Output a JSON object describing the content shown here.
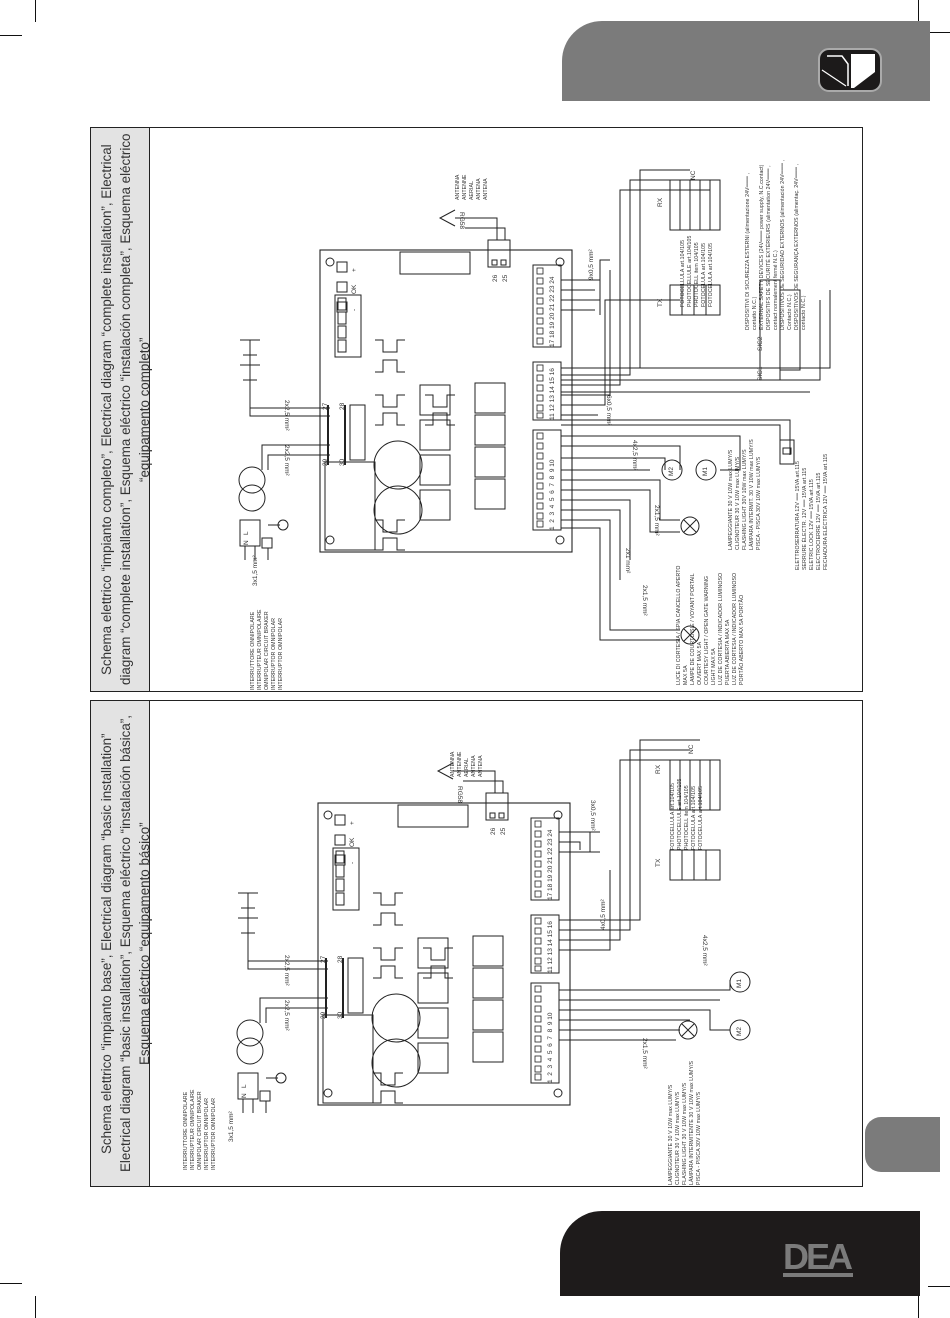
{
  "brand": {
    "logo_text": "DEA",
    "banner_color": "#7b7b7b",
    "footer_color": "#1e1b1b"
  },
  "complete": {
    "title": "Schema elettrico “impianto completo”, Electrical diagram “complete installation”, Electrical diagram “complete installation”, Esquema eléctrico “instalación completa”, Esquema eléctrico “equipamento completo”",
    "breaker_labels": "INTERRUTTORE ONNIPOLARE\nINTERRUPTEUR OMNIPOLAIRE\nOMNIPOLAR CIRCUIT BRAKER\nINTERRUPTOR OMNIPOLAR\nINTERRUPTOR OMNIPOLAR",
    "mains_cable": "3x1,5 mm²",
    "l": "L",
    "n": "N",
    "battery_cable": "2x2,5 mm²",
    "transformer_cable": "2x2,5 mm²",
    "t27": "27",
    "t28": "28",
    "t29": "29",
    "t30": "30",
    "plus": "+",
    "ok": "OK",
    "minus": "-",
    "antenna_labels": "ANTENNA\nANTENNE\nAERIAL\nANTENA\nANTENA",
    "rg58": "RG58",
    "t26": "26",
    "t25": "25",
    "strip_a": "1  2  3  4  5  6  7  8  9 10",
    "strip_b": "11 12 13 14 15 16",
    "strip_c": "17 18 19 20 21 22 23 24",
    "cable_9x05": "9x0,5 mm²",
    "cable_6x05": "6x0,5 mm²",
    "cable_4x25": "4x2,5 mm²",
    "cable_2x15a": "2x1,5 mm²",
    "cable_2x1": "2x1 mm²",
    "cable_2x15b": "2x1,5 mm²",
    "m1": "M1",
    "m2": "M2",
    "tx": "TX",
    "rx": "RX",
    "nc": "NC",
    "tx_terms": [
      "2",
      "1"
    ],
    "rx_terms": [
      "5",
      "4",
      "3",
      "2",
      "1"
    ],
    "photocell_labels": "FOTOCELLULA art.104/105\nPHOTOCELLULE art.104/105\nPHOTOCELL item 104/105\nFOTOCELULA art.104/105\nFOTOCELULA art.104/105",
    "sic1": "SIC1",
    "sic2": "SIC2",
    "safety_labels": "DISPOSITIVI DI SICUREZZA ESTERNI (alimentazione 24V═══ ,\ncontatto N.C.)\nEXTERNAL SAFETY DEVICES (24V═══ power supply, N.C.contact)\nDISPOSITIFS DE SÉCURITÉ EXTÉRIEURS (alimentation 24V═══ ,\ncontact normalement fermé N.C.)\nDISPOSITIVOS DE SEGURIDAD EXTERNOS (alimentación 24V═══ ,\nContacto N.C.)\nDISPOSITIVOS DE SEGURANÇA EXTERNOS (alimentaç. 24V═══ ,\ncontacto N.C.)",
    "lamp_labels": "LAMPEGGIANTE 30 V 10W max LUMY/S\nCLIGNOTEUR 30 V 10W max LUMY/S\nFLASHING LIGHT 30V 10W max LUMY/S\nLÁMPARA INTERMIT. 30 V 10W max LUMY/S\nPISCA - PISCA 30V 10W max LUMY/S",
    "courtesy_labels": "LUCE DI CORTESIA / SPIA CANCELLO APERTO\nMAX 5A\nLAMPE DE COURTOISIE / VOYANT PORTAIL\nOUVERT MAX 5A\nCOURTESY LIGHT / OPEN GATE WARNING\nLIGHT MAX 5A\nLUZ DE CORTESIA / INDICADOR LUMINOSO\nPUERTA ABIERTA MAX 5A\nLUZ DE CORTESIA / INDICADOR LUMINOSO\nPORTÃO ABERTO MAX 5A PORTÃO",
    "lock_labels": "ELETTROSERRATURA 12V ══ 15VA art.115\nSERRURE ÉLECTR. 12V ══ 15VA art.115\nELETRIC LOCK 12V ══ 15VA art.115\nELECTROCIERRE 12V ══ 15VA art.115\nFECHADURA ELÉCTRICA 12V ══ 15VA art.115"
  },
  "basic": {
    "title": "Schema elettrico “impianto base”, Electrical diagram “basic installation” Electrical diagram “basic installation”, Esquema eléctrico “instalación básica”, Esquema eléctrico “equipamento básico”",
    "breaker_labels": "INTERRUTTORE ONNIPOLARE\nINTERRUPTEUR OMNIPOLAIRE\nOMNIPOLAR CIRCUIT BRAKER\nINTERRUPTOR OMNIPOLAR\nINTERRUPTOR OMNIPOLAR",
    "mains_cable": "3x1,5 mm²",
    "l": "L",
    "n": "N",
    "battery_cable": "2x2,5 mm²",
    "transformer_cable": "2x2,5 mm²",
    "t27": "27",
    "t28": "28",
    "t29": "29",
    "t30": "30",
    "plus": "+",
    "ok": "OK",
    "minus": "-",
    "antenna_labels": "ANTENNA\nANTENNE\nAERIAL\nANTENA\nANTENA",
    "rg58": "RG58",
    "t26": "26",
    "t25": "25",
    "strip_a": "1  2  3  4  5  6  7  8  9 10",
    "strip_b": "11 12 13 14 15 16",
    "strip_c": "17 18 19 20 21 22 23 24",
    "cable_3x05": "3x0,5 mm²",
    "cable_4x05": "4x0,5 mm²",
    "cable_4x25": "4x2,5 mm²",
    "cable_2x15": "2x1,5 mm²",
    "m1": "M1",
    "m2": "M2",
    "tx": "TX",
    "rx": "RX",
    "nc": "NC",
    "photocell_labels": "FOTOCELLULA art.104/105\nPHOTOCELLULE art.104/105\nPHOTOCELL item 104/105\nFOTOCELULA art.104/105\nFOTOCELULA art.104/105",
    "lamp_labels": "LAMPEGGIANTE 30 V 10W max LUMY/S\nCLIGNOTEUR 30 V 10W max LUMY/S\nFLASHING LIGHT 30 V 10W max LUMY/S\nLÁMPARA INTERMITENTE 30 V 10W max LUMY/S\nPISCA - PISCA 30V 10W max LUMY/S"
  }
}
